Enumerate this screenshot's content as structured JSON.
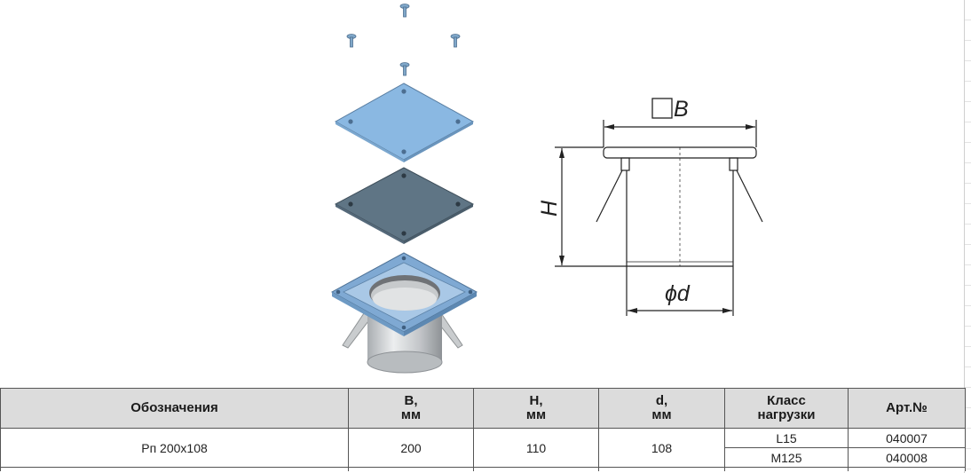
{
  "drawing": {
    "dim_b": "B",
    "dim_h": "H",
    "dim_d": "ϕd"
  },
  "table": {
    "headers": {
      "designation": "Обозначения",
      "b_name": "B,",
      "b_unit": "мм",
      "h_name": "H,",
      "h_unit": "мм",
      "d_name": "d,",
      "d_unit": "мм",
      "class_line1": "Класс",
      "class_line2": "нагрузки",
      "art": "Арт.№"
    },
    "row": {
      "designation": "Рп 200x108",
      "b": "200",
      "h": "110",
      "d": "108",
      "variants": [
        {
          "load_class": "L15",
          "art": "040007"
        },
        {
          "load_class": "M125",
          "art": "040008"
        }
      ]
    }
  }
}
